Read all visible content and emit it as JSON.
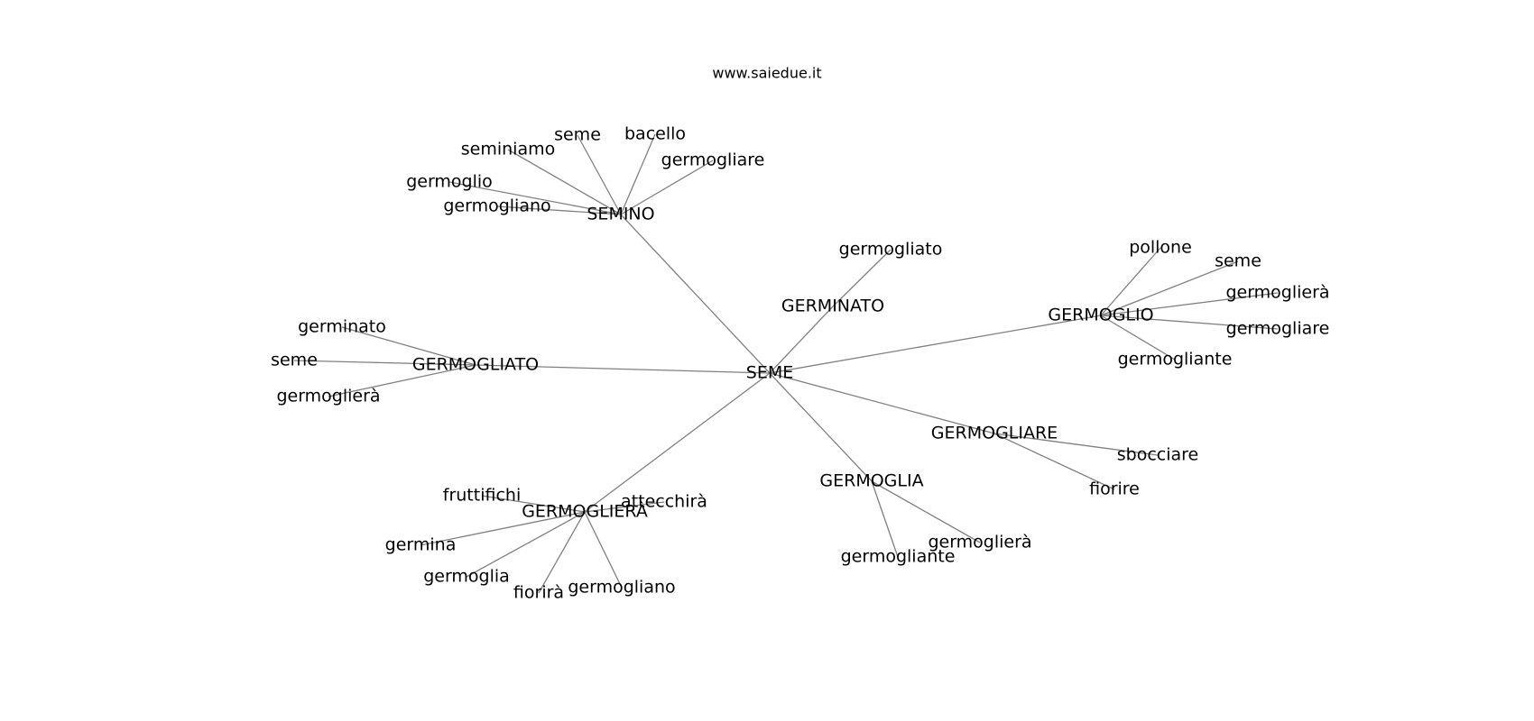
{
  "header": {
    "site": "www.saiedue.it"
  },
  "graph": {
    "root": "SEME",
    "nodes": [
      {
        "id": "root",
        "label": "SEME"
      },
      {
        "id": "semino",
        "label": "SEMINO"
      },
      {
        "id": "germinato",
        "label": "GERMINATO"
      },
      {
        "id": "germoglio",
        "label": "GERMOGLIO"
      },
      {
        "id": "germogliato",
        "label": "GERMOGLIATO"
      },
      {
        "id": "germogliare",
        "label": "GERMOGLIARE"
      },
      {
        "id": "germoglia",
        "label": "GERMOGLIA"
      },
      {
        "id": "germogliera",
        "label": "GERMOGLIERÀ"
      },
      {
        "id": "semino_1",
        "label": "seme"
      },
      {
        "id": "semino_2",
        "label": "bacello"
      },
      {
        "id": "semino_3",
        "label": "seminiamo"
      },
      {
        "id": "semino_4",
        "label": "germogliare"
      },
      {
        "id": "semino_5",
        "label": "germoglio"
      },
      {
        "id": "semino_6",
        "label": "germogliano"
      },
      {
        "id": "germinato_1",
        "label": "germogliato"
      },
      {
        "id": "germoglio_1",
        "label": "pollone"
      },
      {
        "id": "germoglio_2",
        "label": "seme"
      },
      {
        "id": "germoglio_3",
        "label": "germoglierà"
      },
      {
        "id": "germoglio_4",
        "label": "germogliare"
      },
      {
        "id": "germoglio_5",
        "label": "germogliante"
      },
      {
        "id": "germogliato_1",
        "label": "germinato"
      },
      {
        "id": "germogliato_2",
        "label": "seme"
      },
      {
        "id": "germogliato_3",
        "label": "germoglierà"
      },
      {
        "id": "germogliare_1",
        "label": "sbocciare"
      },
      {
        "id": "germogliare_2",
        "label": "fiorire"
      },
      {
        "id": "germoglia_1",
        "label": "germoglierà"
      },
      {
        "id": "germoglia_2",
        "label": "germogliante"
      },
      {
        "id": "germogliera_1",
        "label": "fruttifichi"
      },
      {
        "id": "germogliera_2",
        "label": "attecchirà"
      },
      {
        "id": "germogliera_3",
        "label": "germina"
      },
      {
        "id": "germogliera_4",
        "label": "germoglia"
      },
      {
        "id": "germogliera_5",
        "label": "fiorirà"
      },
      {
        "id": "germogliera_6",
        "label": "germogliano"
      }
    ],
    "edges": [
      [
        "root",
        "semino"
      ],
      [
        "root",
        "germinato"
      ],
      [
        "root",
        "germoglio"
      ],
      [
        "root",
        "germogliato"
      ],
      [
        "root",
        "germogliare"
      ],
      [
        "root",
        "germoglia"
      ],
      [
        "root",
        "germogliera"
      ],
      [
        "semino",
        "semino_1"
      ],
      [
        "semino",
        "semino_2"
      ],
      [
        "semino",
        "semino_3"
      ],
      [
        "semino",
        "semino_4"
      ],
      [
        "semino",
        "semino_5"
      ],
      [
        "semino",
        "semino_6"
      ],
      [
        "germinato",
        "germinato_1"
      ],
      [
        "germoglio",
        "germoglio_1"
      ],
      [
        "germoglio",
        "germoglio_2"
      ],
      [
        "germoglio",
        "germoglio_3"
      ],
      [
        "germoglio",
        "germoglio_4"
      ],
      [
        "germoglio",
        "germoglio_5"
      ],
      [
        "germogliato",
        "germogliato_1"
      ],
      [
        "germogliato",
        "germogliato_2"
      ],
      [
        "germogliato",
        "germogliato_3"
      ],
      [
        "germogliare",
        "germogliare_1"
      ],
      [
        "germogliare",
        "germogliare_2"
      ],
      [
        "germoglia",
        "germoglia_1"
      ],
      [
        "germoglia",
        "germoglia_2"
      ],
      [
        "germogliera",
        "germogliera_1"
      ],
      [
        "germogliera",
        "germogliera_2"
      ],
      [
        "germogliera",
        "germogliera_3"
      ],
      [
        "germogliera",
        "germogliera_4"
      ],
      [
        "germogliera",
        "germogliera_5"
      ],
      [
        "germogliera",
        "germogliera_6"
      ]
    ]
  }
}
